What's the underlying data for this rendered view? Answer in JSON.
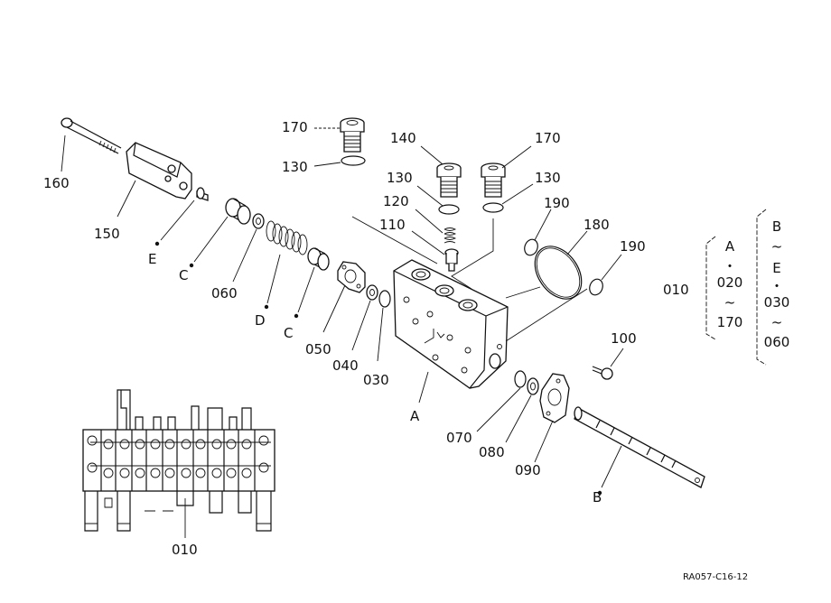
{
  "labels": {
    "p160": "160",
    "p150": "150",
    "pE": "E",
    "pC1": "C",
    "p060": "060",
    "pD": "D",
    "pC2": "C",
    "p050": "050",
    "p040": "040",
    "p030": "030",
    "pA": "A",
    "p170a": "170",
    "p130a": "130",
    "p140": "140",
    "p170b": "170",
    "p130b": "130",
    "p130c": "130",
    "p120": "120",
    "p110": "110",
    "p190a": "190",
    "p180": "180",
    "p190b": "190",
    "p100": "100",
    "p070": "070",
    "p080": "080",
    "p090": "090",
    "pB": "B",
    "p010b": "010"
  },
  "legend": {
    "id": "010",
    "left": [
      "A",
      "・",
      "020",
      "~",
      "170"
    ],
    "right": [
      "B",
      "~",
      "E",
      "・",
      "030",
      "~",
      "060"
    ]
  },
  "ref_code": "RA057-C16-12"
}
